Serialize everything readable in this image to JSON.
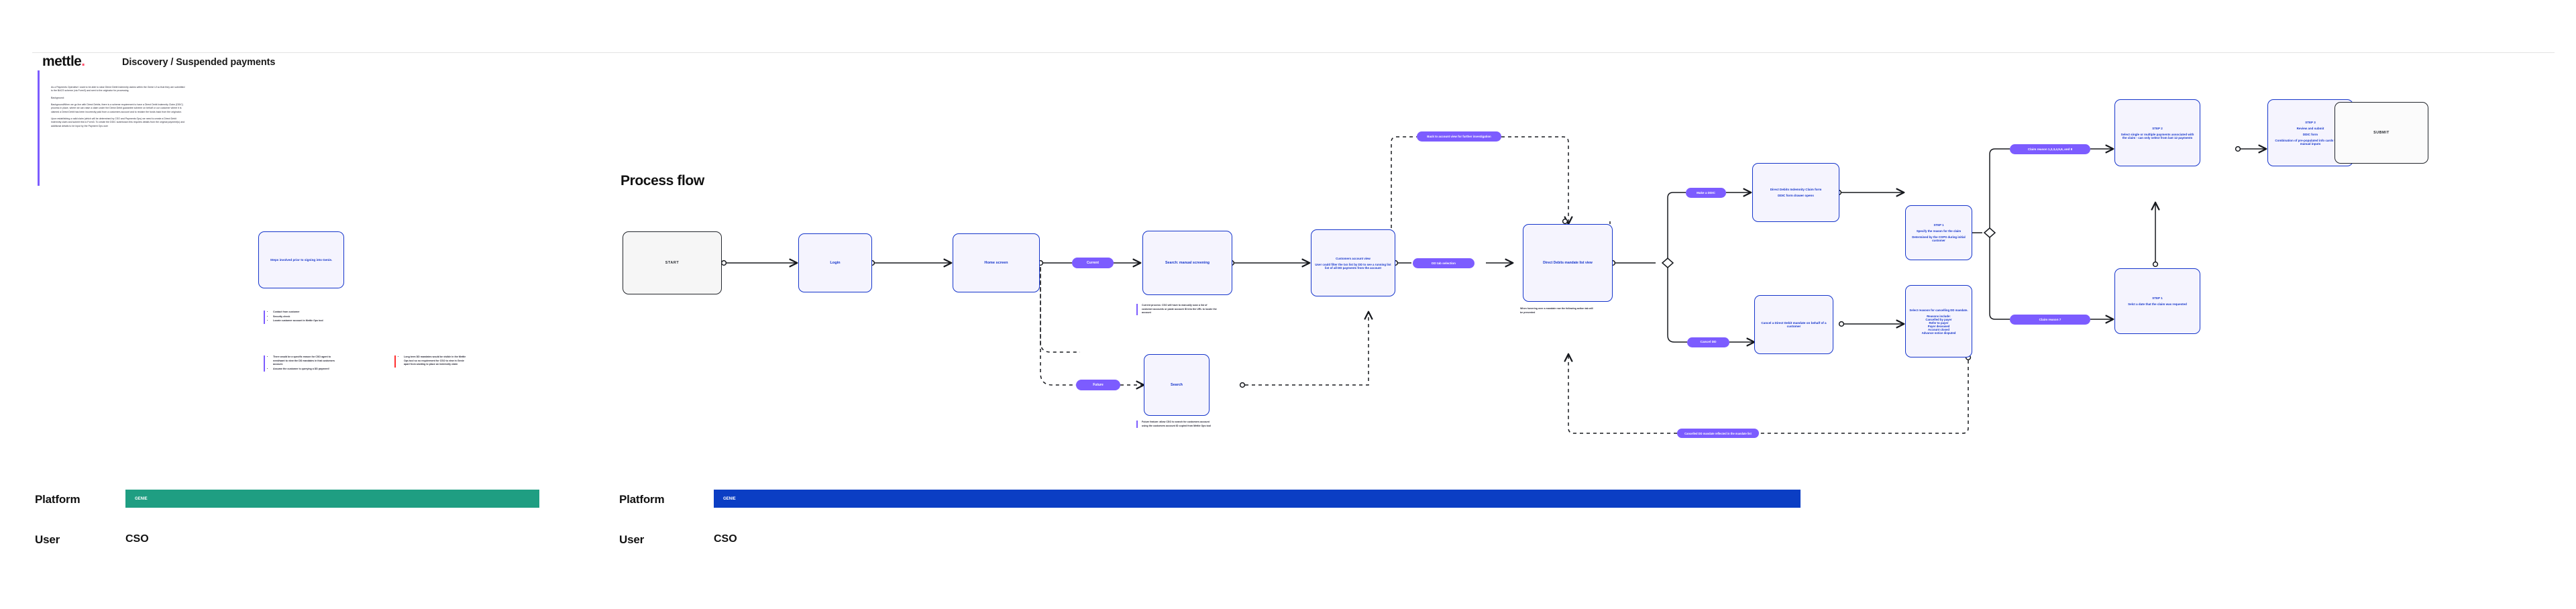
{
  "header": {
    "logo": "mettle",
    "logo_dot": ".",
    "breadcrumb": "Discovery / Suspended payments"
  },
  "story": {
    "paragraphs": [
      "As a Payments Operative  I want to be able to raise Direct Debit Indemnity claims within the Genie UI so that they are submitted to the BACS scheme (via Form3) and sent to the originator for processing.",
      "Background:",
      "BackgroundWhen we go live with Direct Debits, there is a scheme requirement to have a Direct Debit Indemnity Claim (DDIC) process in place, where we can raise a claim under the Direct Debit guarantee scheme on behalf or our customer where it is claimed a Direct Debit has been incorrectly paid from a customers account and to reclaim the funds back from the originator.",
      "Upon establishing a valid claim (which will be determined by CSO and Payments Ops) we need to create a Direct Debit Indemnity claim and submit this to Form3. To create the DDIC submission this requires details from the original payment(s) and additional details to be input by the Payment Ops user"
    ]
  },
  "flow": {
    "title": "Process flow",
    "pre_genie_note": "Steps involved prior to signing into Genie.",
    "notes": {
      "pre_steps": [
        "Contact from customer",
        "Security check",
        "Locate customer account in Mettle Ops tool"
      ],
      "assumptions": [
        "There would be a specific reason for CSO agent to need/want to view the DD mandates in that customers account.",
        "Assume the customer is querying a DD payment!"
      ],
      "long_term": [
        "Long term DD mandates would be visible in the Mettle Ops tool so no requirement for CSO to view in Genie apart from wanting to place an indemnity claim"
      ],
      "current_process": "Current process:  CSO will have to manually scan a list of customer accounts or paste account ID into the URL to locate the account",
      "future_feature": "Future feature: allow CSO to search for customers account using the customers account ID copied from Mettle Ops tool",
      "hover_note": "When hovering over a mandate row the following action tab will be presented"
    },
    "nodes": {
      "start": "START",
      "login": "Login",
      "home_screen": "Home screen",
      "search_manual": "Search: manual screening",
      "search": "Search",
      "customers_account_view_title": "Customers account view",
      "customers_account_view_body": "User could filter the txn list by DD to see a running list list of all DD payments from the account",
      "dd_mandate_list": "Direct Debits mandate list view",
      "ddic_form_title": "Direct Debits Indemnity Claim form",
      "ddic_form_body": "DDIC form drawer opens",
      "cancel_dd_mandate": "Cancel a Direct Debit mandate on behalf of a customer",
      "step1_title": "STEP 1",
      "step1_body_a": "Specify the reason for the claim",
      "step1_body_b": "Determined by the COPS during initial customer",
      "cancel_reason_title": "Select reasoon for cancelling DD mandate.",
      "cancel_reason_intro": "Reasons include:",
      "cancel_reasons": [
        "Cancelled by payer",
        "Refer to payer",
        "Payer deceased",
        "Account closed",
        "Advance notice disputed"
      ],
      "step2_title": "STEP 2",
      "step2_body": "Select single or multiple payments associated with the claim - can only select from last 12 payments",
      "step1b_title": "STEP 1",
      "step1b_body": "Selct a date that the claim was requested",
      "step3_title": "STEP 3",
      "step3_body_a": "Review and submit",
      "step3_body_b": "DDIC form",
      "step3_body_c": "Combination of pre-populated  info cards with the manual inputs",
      "submit": "SUBMIT"
    },
    "pills": {
      "current": "Current",
      "future": "Future",
      "back_to_account": "Back to account view for further investigation",
      "dd_tab_selection": "DD tab selection",
      "make_a_ddic": "Make a DDIC",
      "cancel_dd": "Cancel DD",
      "claim_reason_multi": "Claim reason 1,2,3,4,5,6, and 8",
      "claim_reason_7": "Claim reason 7",
      "cancelled_dd_confirmation": "Cancelled DD mandate reflected in the mandate list"
    }
  },
  "panels": [
    {
      "label": "Platform",
      "bar_text": "GENIE",
      "bar_color": "#1f9e82",
      "user_label": "User",
      "user_value": "CSO"
    },
    {
      "label": "Platform",
      "bar_text": "GENIE",
      "bar_color": "#0b3ec4",
      "user_label": "User",
      "user_value": "CSO"
    }
  ]
}
